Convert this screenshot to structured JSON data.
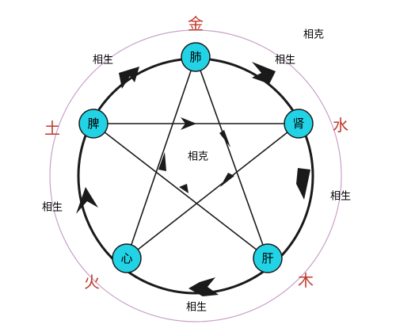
{
  "elements": {
    "metal": "金",
    "water": "水",
    "wood": "木",
    "fire": "火",
    "earth": "土"
  },
  "organs": {
    "lung": "肺",
    "kidney": "肾",
    "liver": "肝",
    "heart": "心",
    "spleen": "脾"
  },
  "labels": {
    "generate_top_left": "相生",
    "generate_top_right": "相生",
    "generate_right": "相生",
    "generate_bottom": "相生",
    "generate_left": "相生",
    "restrain_center": "相克",
    "restrain_corner": "相克"
  },
  "colors": {
    "node_fill": "#22d3e6",
    "node_stroke": "#1a1a1a",
    "element_text": "#c0392b",
    "outer_ring": "#c8a2c8",
    "lines": "#1a1a1a"
  }
}
